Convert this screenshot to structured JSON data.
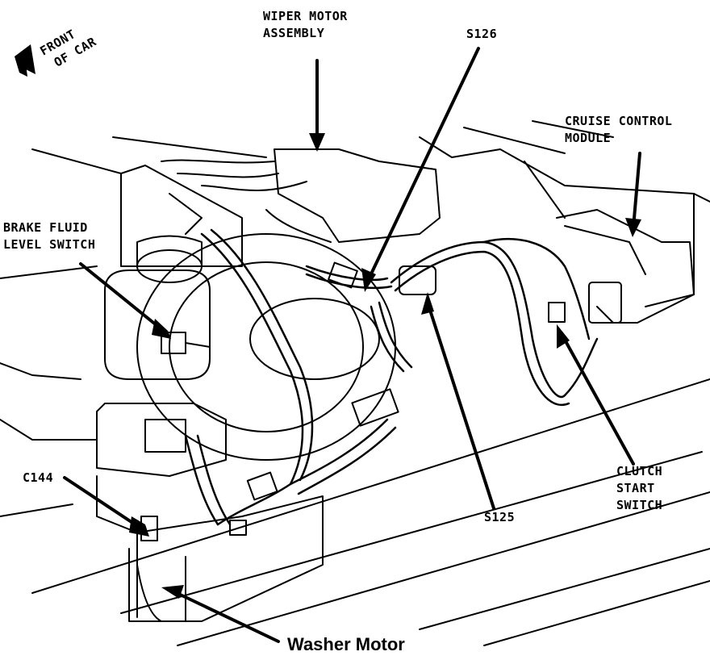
{
  "labels": {
    "front_of_car_line1": "FRONT",
    "front_of_car_line2": "OF CAR",
    "wiper_motor_line1": "WIPER MOTOR",
    "wiper_motor_line2": "ASSEMBLY",
    "s126": "S126",
    "cruise_control_line1": "CRUISE CONTROL",
    "cruise_control_line2": "MODULE",
    "brake_fluid_line1": "BRAKE FLUID",
    "brake_fluid_line2": "LEVEL SWITCH",
    "c144": "C144",
    "s125": "S125",
    "clutch_line1": "CLUTCH",
    "clutch_line2": "START",
    "clutch_line3": "SWITCH",
    "washer_motor": "Washer Motor"
  },
  "colors": {
    "ink": "#000000",
    "paper": "#ffffff"
  },
  "icons": {
    "front_arrow": "arrow-front-icon"
  }
}
